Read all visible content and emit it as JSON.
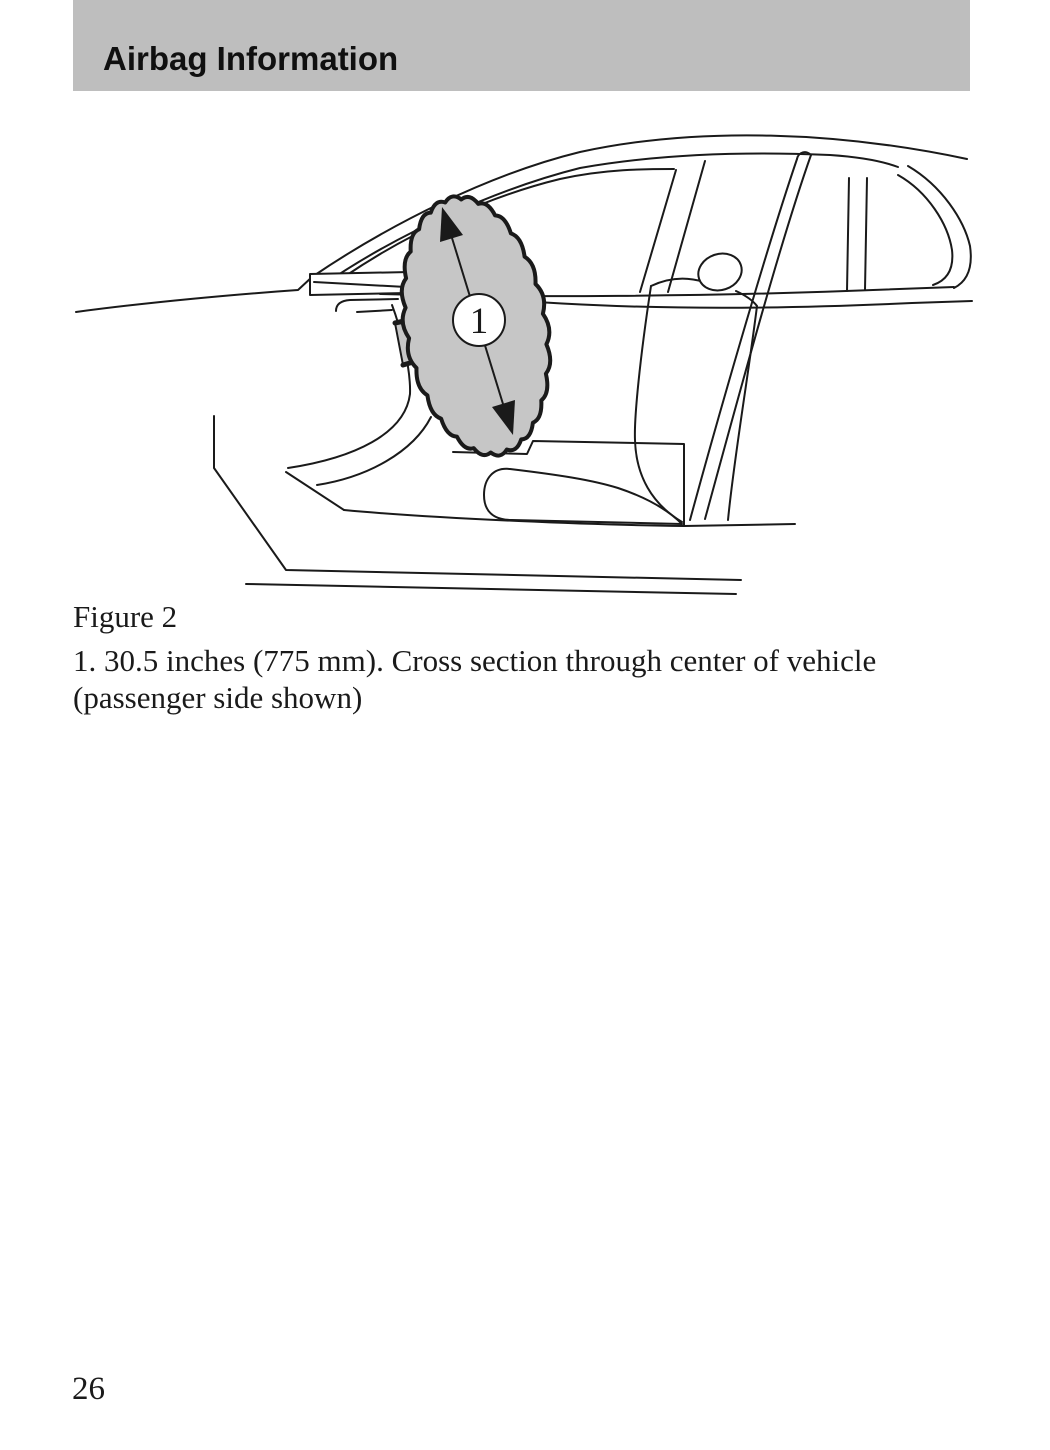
{
  "header": {
    "title": "Airbag Information"
  },
  "figure": {
    "callout_label": "1",
    "subject": "Vehicle side cross-section showing passenger airbag deployment area"
  },
  "caption": {
    "title": "Figure 2",
    "lines": [
      "1. 30.5 inches (775 mm). Cross section through center of vehicle",
      "(passenger side shown)"
    ]
  },
  "footer": {
    "page_number": "26"
  },
  "colors": {
    "header_bg": "#bebebe",
    "airbag_fill": "#c6c6c6",
    "line": "#1a1a1a"
  }
}
